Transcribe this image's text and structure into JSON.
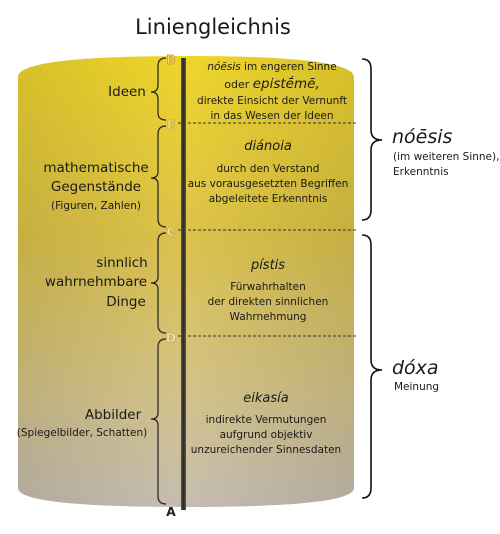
{
  "title": "Liniengleichnis",
  "points": {
    "B": "B",
    "E": "E",
    "C": "C",
    "D": "D",
    "A": "A"
  },
  "left_labels": {
    "ideen": "Ideen",
    "math_1": "mathematische",
    "math_2": "Gegenstände",
    "math_3": "(Figuren, Zahlen)",
    "sinn_1": "sinnlich",
    "sinn_2": "wahrnehmbare",
    "sinn_3": "Dinge",
    "abb_1": "Abbilder",
    "abb_2": "(Spiegelbilder, Schatten)"
  },
  "segments": {
    "noesis_narrow": {
      "line1_term": "nóēsis",
      "line1_rest": " im engeren Sinne",
      "line2_pre": "oder ",
      "line2_term": "epistḗmē,",
      "line3": "direkte Einsicht der Vernunft",
      "line4": "in das Wesen der Ideen"
    },
    "dianoia": {
      "term": "diánoia",
      "line1": "durch den Verstand",
      "line2": "aus vorausgesetzten Begriffen",
      "line3": "abgeleitete Erkenntnis"
    },
    "pistis": {
      "term": "pístis",
      "line1": "Fürwahrhalten",
      "line2": "der direkten sinnlichen",
      "line3": "Wahrnehmung"
    },
    "eikasia": {
      "term": "eikasía",
      "line1": "indirekte Vermutungen",
      "line2": "aufgrund objektiv",
      "line3": "unzureichender Sinnesdaten"
    }
  },
  "right_groups": {
    "noesis": {
      "term": "nóēsis",
      "line1": "(im weiteren Sinne),",
      "line2": "Erkenntnis"
    },
    "doxa": {
      "term": "dóxa",
      "line1": "Meinung"
    }
  },
  "colors": {
    "gold_top": "#edd02e",
    "gold_mid": "#ddc14a",
    "gray_bottom": "#c9c0b1",
    "point_outline": "#d8b443",
    "line_dark": "#3a3631",
    "dash": "#333333"
  }
}
